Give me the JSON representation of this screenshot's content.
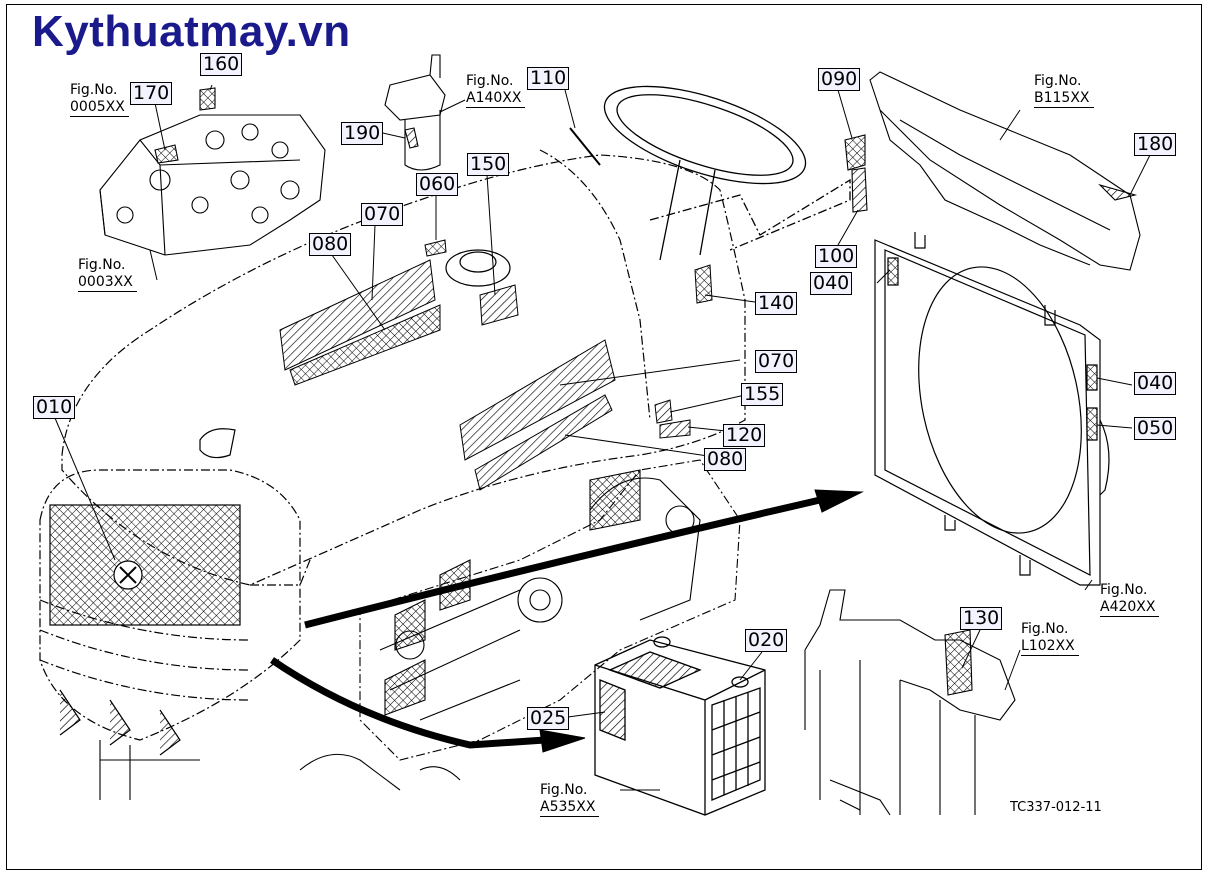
{
  "brand": "Kythuatmay.vn",
  "drawing_code": "TC337-012-11",
  "callouts": [
    {
      "id": "c160",
      "label": "160"
    },
    {
      "id": "c170",
      "label": "170"
    },
    {
      "id": "c190",
      "label": "190"
    },
    {
      "id": "c110",
      "label": "110"
    },
    {
      "id": "c060",
      "label": "060"
    },
    {
      "id": "c150",
      "label": "150"
    },
    {
      "id": "c070a",
      "label": "070"
    },
    {
      "id": "c080a",
      "label": "080"
    },
    {
      "id": "c090",
      "label": "090"
    },
    {
      "id": "c100",
      "label": "100"
    },
    {
      "id": "c040a",
      "label": "040"
    },
    {
      "id": "c180",
      "label": "180"
    },
    {
      "id": "c140",
      "label": "140"
    },
    {
      "id": "c070b",
      "label": "070"
    },
    {
      "id": "c155",
      "label": "155"
    },
    {
      "id": "c120",
      "label": "120"
    },
    {
      "id": "c080b",
      "label": "080"
    },
    {
      "id": "c010",
      "label": "010"
    },
    {
      "id": "c040b",
      "label": "040"
    },
    {
      "id": "c050",
      "label": "050"
    },
    {
      "id": "c130",
      "label": "130"
    },
    {
      "id": "c020",
      "label": "020"
    },
    {
      "id": "c025",
      "label": "025"
    }
  ],
  "fig_refs": [
    {
      "id": "f0005",
      "line1": "Fig.No.",
      "line2": "0005XX"
    },
    {
      "id": "f0003",
      "line1": "Fig.No.",
      "line2": "0003XX"
    },
    {
      "id": "fA140",
      "line1": "Fig.No.",
      "line2": "A140XX"
    },
    {
      "id": "fB115",
      "line1": "Fig.No.",
      "line2": "B115XX"
    },
    {
      "id": "fA420",
      "line1": "Fig.No.",
      "line2": "A420XX"
    },
    {
      "id": "fL102",
      "line1": "Fig.No.",
      "line2": "L102XX"
    },
    {
      "id": "fA535",
      "line1": "Fig.No.",
      "line2": "A535XX"
    }
  ],
  "colors": {
    "brand": "#1a1a8c",
    "callout_fill": "#f3f3ff",
    "ink": "#000000"
  }
}
